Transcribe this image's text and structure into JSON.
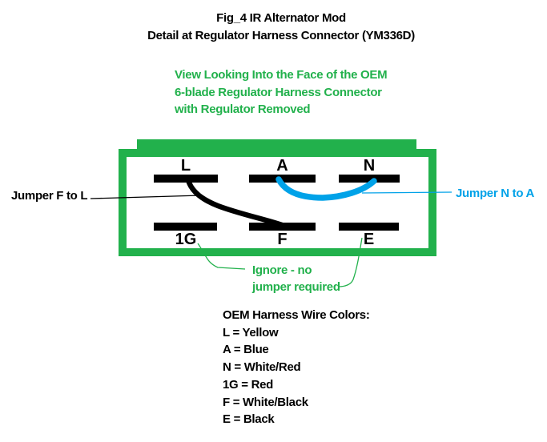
{
  "figure": {
    "title_line1": "Fig_4 IR Alternator Mod",
    "title_line2": "Detail at Regulator Harness Connector (YM336D)"
  },
  "view_note": {
    "line1": "View Looking Into the Face of the OEM",
    "line2": "6-blade Regulator Harness Connector",
    "line3": "with Regulator Removed"
  },
  "connector": {
    "terminals": [
      {
        "label": "L"
      },
      {
        "label": "A"
      },
      {
        "label": "N"
      },
      {
        "label": "1G"
      },
      {
        "label": "F"
      },
      {
        "label": "E"
      }
    ]
  },
  "annotations": {
    "jumper_f_to_l": "Jumper F to L",
    "jumper_n_to_a": "Jumper N to A",
    "ignore_line1": "Ignore - no",
    "ignore_line2": "jumper required"
  },
  "wire_colors": {
    "heading": "OEM Harness Wire Colors:",
    "items": [
      "L = Yellow",
      "A = Blue",
      "N = White/Red",
      "1G = Red",
      "F = White/Black",
      "E = Black"
    ]
  },
  "colors": {
    "connector_green": "#22B14C",
    "jumper_blue": "#00A2E8",
    "wire_black": "#000000"
  }
}
